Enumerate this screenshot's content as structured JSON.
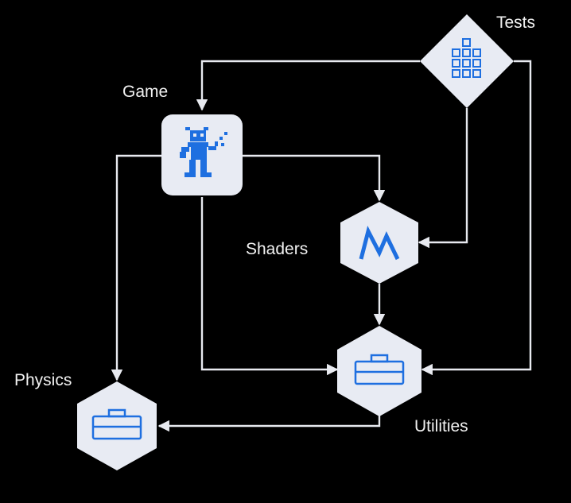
{
  "diagram": {
    "nodes": [
      {
        "id": "game",
        "label": "Game",
        "shape": "rounded-square",
        "icon": "pixel-character-icon"
      },
      {
        "id": "tests",
        "label": "Tests",
        "shape": "diamond",
        "icon": "grid-blocks-icon"
      },
      {
        "id": "shaders",
        "label": "Shaders",
        "shape": "hexagon",
        "icon": "metal-m-icon"
      },
      {
        "id": "utilities",
        "label": "Utilities",
        "shape": "hexagon",
        "icon": "toolbox-icon"
      },
      {
        "id": "physics",
        "label": "Physics",
        "shape": "hexagon",
        "icon": "toolbox-icon"
      }
    ],
    "edges": [
      {
        "from": "tests",
        "to": "game"
      },
      {
        "from": "tests",
        "to": "shaders"
      },
      {
        "from": "tests",
        "to": "utilities"
      },
      {
        "from": "game",
        "to": "shaders"
      },
      {
        "from": "game",
        "to": "utilities"
      },
      {
        "from": "game",
        "to": "physics"
      },
      {
        "from": "shaders",
        "to": "utilities"
      },
      {
        "from": "utilities",
        "to": "physics"
      }
    ],
    "colors": {
      "background": "#000000",
      "node_fill": "#e8ebf3",
      "icon_blue": "#1e6fe0",
      "edge": "#e8eaf0",
      "label": "#f2f2f2"
    }
  }
}
